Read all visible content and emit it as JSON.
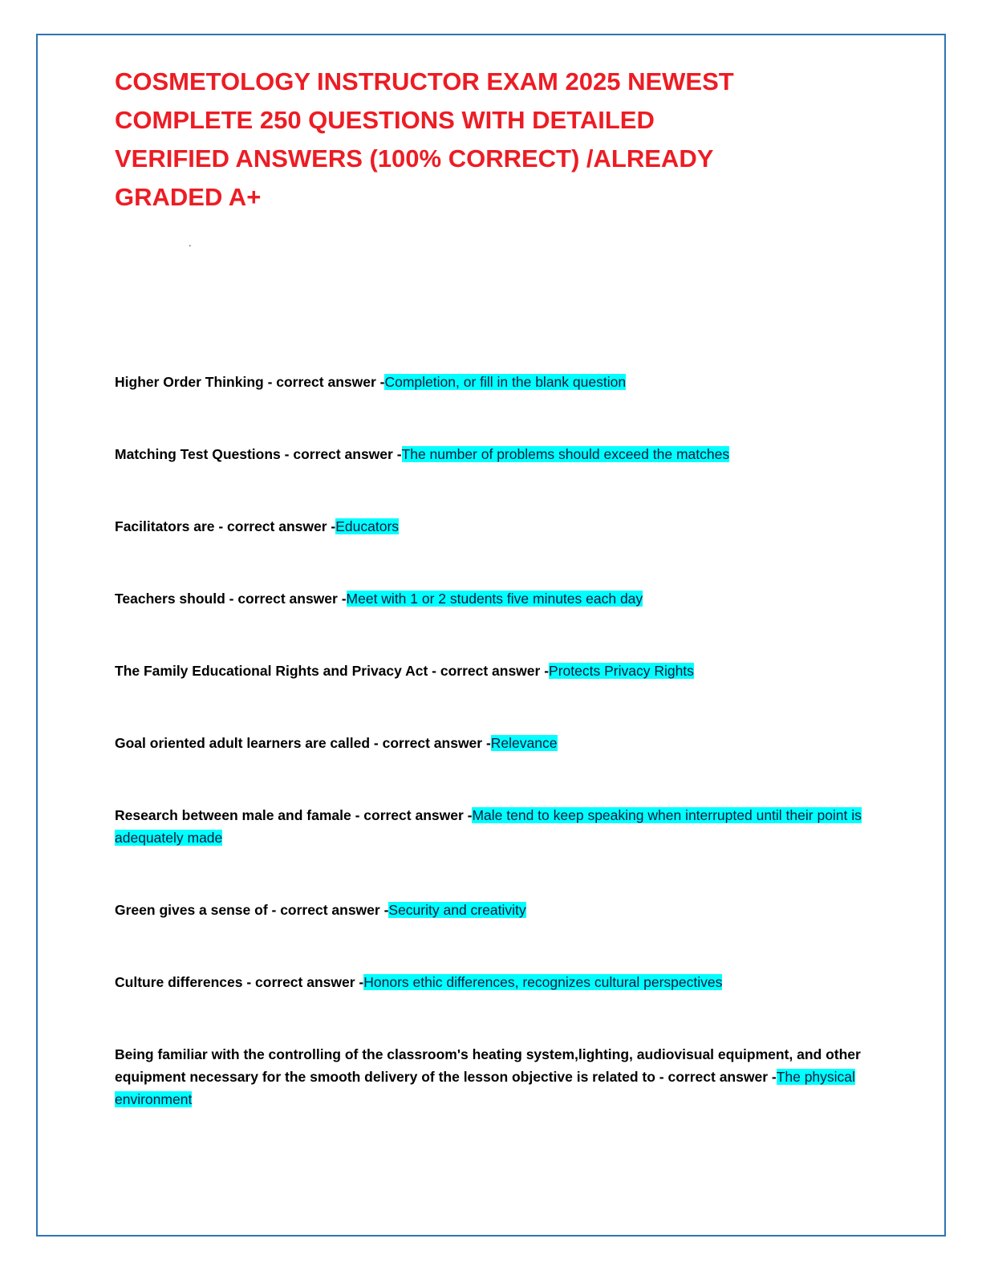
{
  "page": {
    "title_lines": [
      "COSMETOLOGY INSTRUCTOR EXAM 2025 NEWEST",
      "COMPLETE 250 QUESTIONS WITH DETAILED",
      "VERIFIED ANSWERS (100% CORRECT) /ALREADY",
      "GRADED A+"
    ],
    "stray_mark": "."
  },
  "qa_items": [
    {
      "question": "Higher Order Thinking - correct answer -",
      "answer": "Completion, or fill in the blank question"
    },
    {
      "question": "Matching Test Questions - correct answer -",
      "answer": "The number of problems should exceed the matches"
    },
    {
      "question": "Facilitators are - correct answer -",
      "answer": "Educators"
    },
    {
      "question": "Teachers should - correct answer -",
      "answer": "Meet with 1 or 2 students five minutes each day"
    },
    {
      "question": "The Family Educational Rights and Privacy Act - correct answer -",
      "answer": "Protects Privacy Rights"
    },
    {
      "question": "Goal oriented adult learners are called - correct answer -",
      "answer": "Relevance"
    },
    {
      "question": "Research between male and famale - correct answer -",
      "answer": "Male tend to keep speaking when interrupted until their point is adequately made"
    },
    {
      "question": "Green gives a sense of - correct answer -",
      "answer": "Security and creativity"
    },
    {
      "question": "Culture differences - correct answer -",
      "answer": "Honors ethic differences, recognizes cultural perspectives"
    },
    {
      "question": "Being familiar with the controlling of the classroom's heating system,lighting, audiovisual equipment, and other equipment necessary for the smooth delivery of the lesson objective is related to - correct answer -",
      "answer": "The physical environment"
    }
  ]
}
